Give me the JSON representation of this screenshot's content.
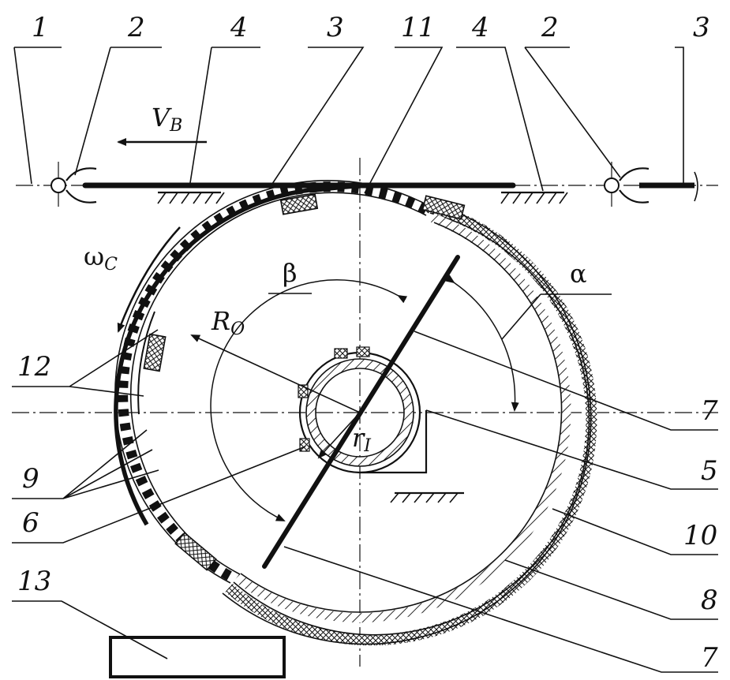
{
  "labels": {
    "top": [
      "1",
      "2",
      "4",
      "3",
      "11",
      "4",
      "2",
      "3"
    ],
    "right": [
      "7",
      "5",
      "10",
      "8",
      "7"
    ],
    "left": [
      "12",
      "9",
      "6",
      "13"
    ]
  },
  "symbols": {
    "velocity": "V",
    "velocity_sub": "B",
    "omega": "ω",
    "omega_sub": "C",
    "beta": "β",
    "alpha": "α",
    "outer_radius": "R",
    "outer_radius_sub": "O",
    "inner_radius": "r",
    "inner_radius_sub": "I"
  }
}
